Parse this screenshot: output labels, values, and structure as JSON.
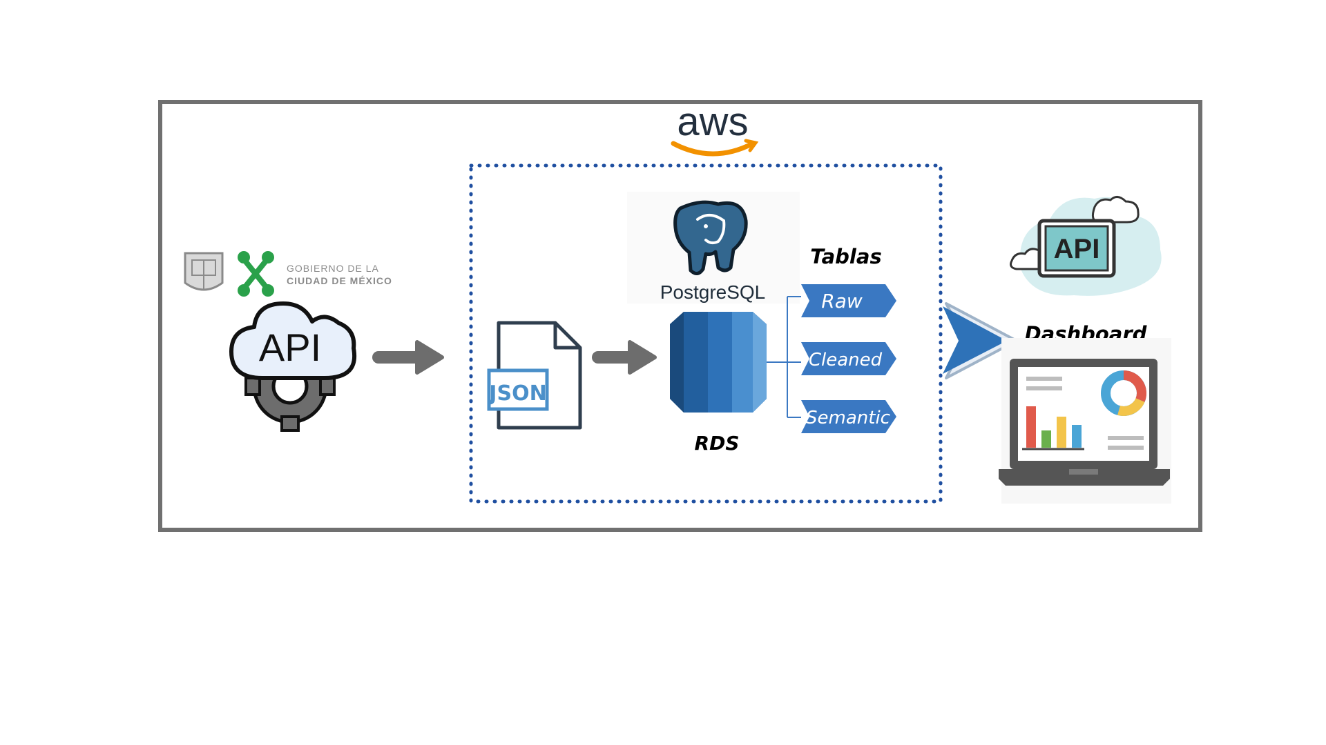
{
  "diagram": {
    "providers": {
      "cloud_label": "aws",
      "database_engine": "PostgreSQL",
      "database_service": "RDS"
    },
    "source": {
      "government_logo": {
        "line1": "GOBIERNO DE LA",
        "line2": "CIUDAD DE MÉXICO"
      },
      "api_label": "API"
    },
    "file_format": "JSON",
    "tables": {
      "heading": "Tablas",
      "items": [
        "Raw",
        "Cleaned",
        "Semantic"
      ]
    },
    "output": {
      "api_label": "API",
      "dashboard_label": "Dashboard"
    },
    "colors": {
      "outer_border": "#707070",
      "aws_dotted_border": "#1f4fa0",
      "arrow_gray": "#6d6d6d",
      "rds_blue": "#2e72b8",
      "table_tag_blue": "#3a78c2",
      "aws_orange": "#f29100",
      "gov_green": "#2aa14a",
      "postgres_blue": "#33678f",
      "json_blue": "#4a8fc9"
    },
    "icons": [
      "government-crest-icon",
      "api-cloud-gear-icon",
      "json-file-icon",
      "postgresql-elephant-icon",
      "rds-database-icon",
      "chevron-arrow-icon",
      "api-cloud-screen-icon",
      "dashboard-laptop-icon"
    ]
  }
}
